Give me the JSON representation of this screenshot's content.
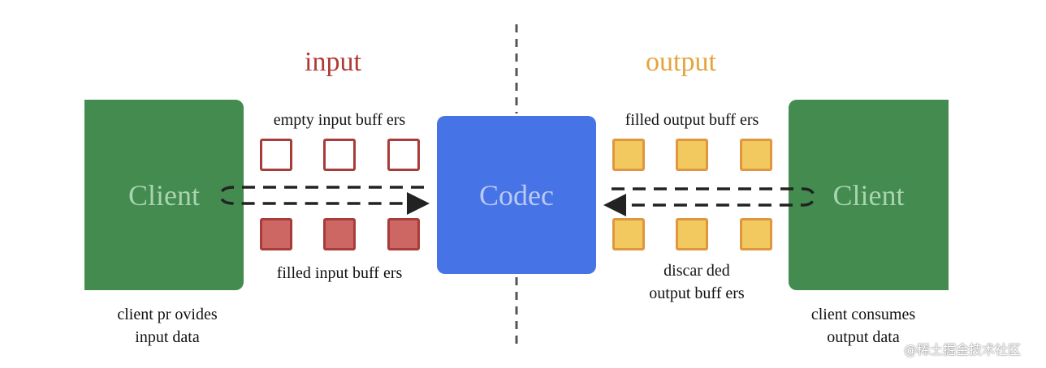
{
  "labels": {
    "input_title": "input",
    "output_title": "output",
    "empty_input": "empty input buff ers",
    "filled_input": "filled input buff ers",
    "filled_output": "filled output buff ers",
    "discarded_line1": "discar ded",
    "discarded_line2": "output buff ers",
    "left_client": "Client",
    "right_client": "Client",
    "codec": "Codec",
    "left_caption_line1": "client pr ovides",
    "left_caption_line2": "input data",
    "right_caption_line1": "client consumes",
    "right_caption_line2": "output data",
    "watermark": "@稀土掘金技术社区"
  },
  "colors": {
    "input_title": "#b13a36",
    "output_title": "#e4a43c",
    "client": "#438b4f",
    "codec": "#4673e6",
    "empty_input_border": "#a73c39",
    "filled_input": "#cd6763",
    "filled_output": "#f1c95f",
    "filled_output_border": "#e0963f"
  }
}
